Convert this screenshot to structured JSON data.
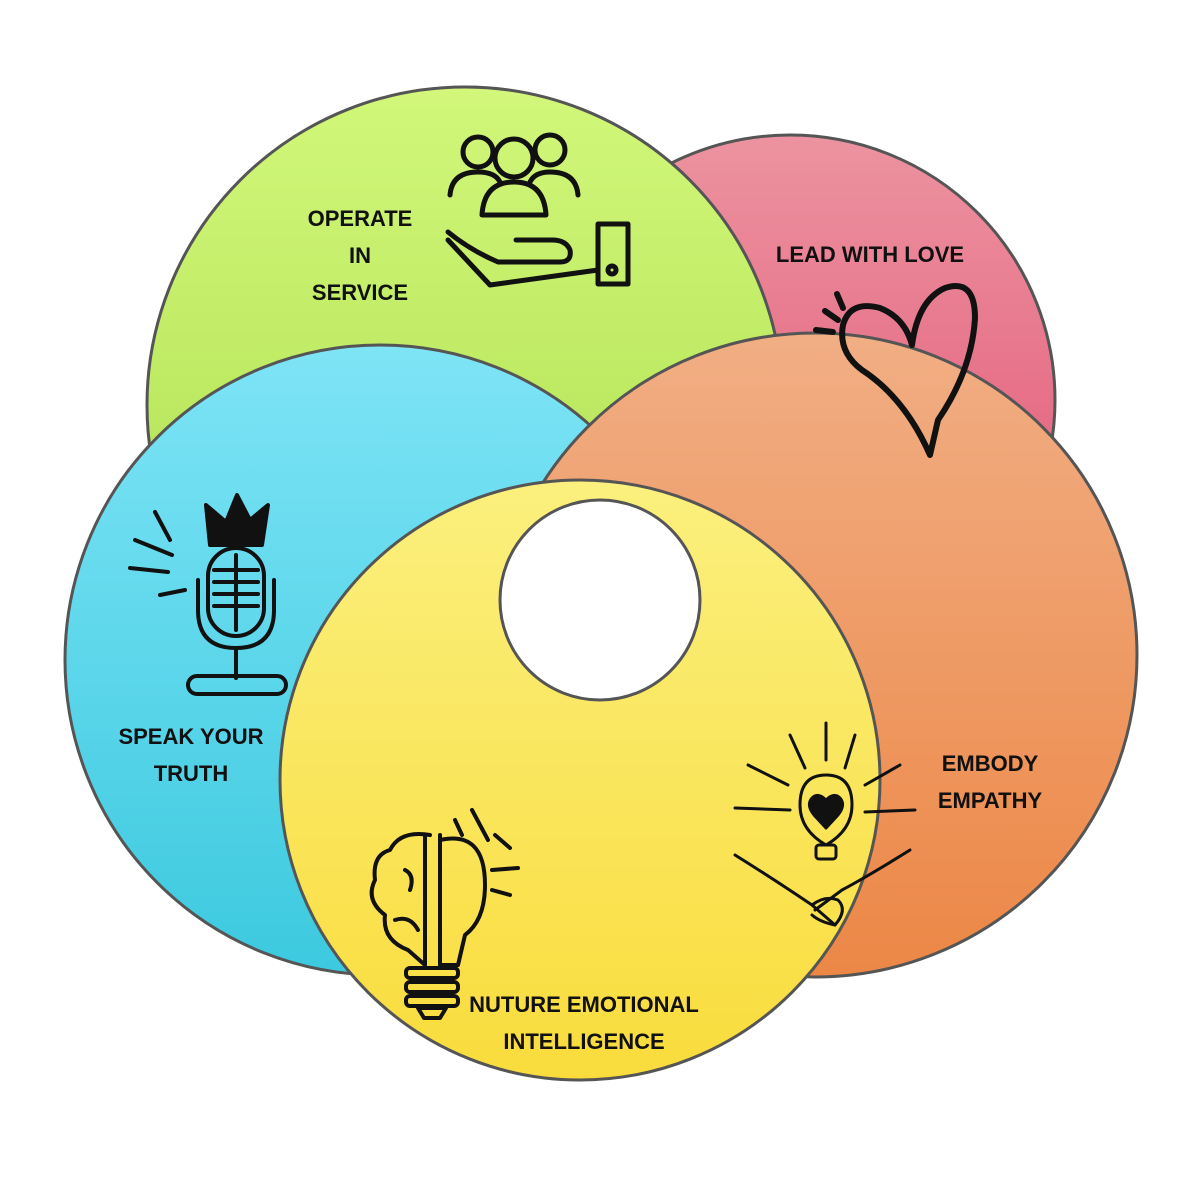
{
  "diagram": {
    "segments": [
      {
        "id": "service",
        "lines": [
          "OPERATE",
          "IN",
          "SERVICE"
        ],
        "icon": "helping-hand-people-icon",
        "color_light": "#d2f77a",
        "color_dark": "#a9dc4b"
      },
      {
        "id": "love",
        "lines": [
          "LEAD WITH LOVE"
        ],
        "icon": "heart-icon",
        "color_light": "#ec93a0",
        "color_dark": "#e14f72"
      },
      {
        "id": "empathy",
        "lines": [
          "EMBODY",
          "EMPATHY"
        ],
        "icon": "lightbulb-handshake-icon",
        "color_light": "#f1ae84",
        "color_dark": "#ec8746"
      },
      {
        "id": "ei",
        "lines": [
          "NUTURE EMOTIONAL",
          "INTELLIGENCE"
        ],
        "icon": "brain-lightbulb-icon",
        "color_light": "#fbf07e",
        "color_dark": "#f9dc3c"
      },
      {
        "id": "truth",
        "lines": [
          "SPEAK YOUR",
          "TRUTH"
        ],
        "icon": "crowned-microphone-icon",
        "color_light": "#7ee4f6",
        "color_dark": "#3cc9df"
      }
    ],
    "outline_color": "#555555"
  }
}
